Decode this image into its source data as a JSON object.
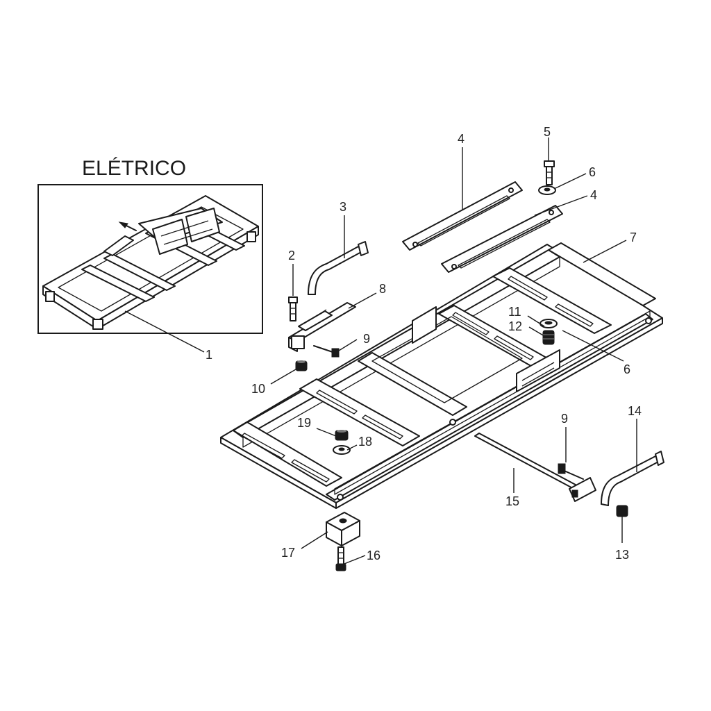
{
  "title": "ELÉTRICO",
  "callouts": {
    "c1": "1",
    "c2": "2",
    "c3": "3",
    "c4a": "4",
    "c4b": "4",
    "c5": "5",
    "c6a": "6",
    "c6b": "6",
    "c7": "7",
    "c8": "8",
    "c9a": "9",
    "c9b": "9",
    "c10": "10",
    "c11": "11",
    "c12": "12",
    "c13": "13",
    "c14": "14",
    "c15": "15",
    "c16": "16",
    "c17": "17",
    "c18": "18",
    "c19": "19"
  }
}
